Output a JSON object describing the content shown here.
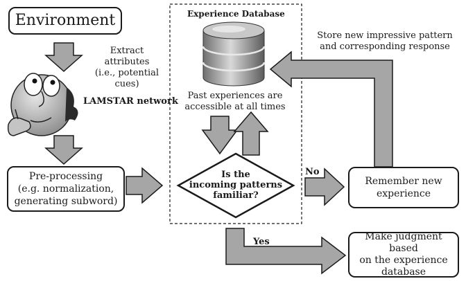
{
  "environment_box": {
    "label": "Environment"
  },
  "extract_label": "Extract attributes\n(i.e., potential cues)",
  "lamstar_label": "LAMSTAR network",
  "preprocessing_box": {
    "label": "Pre-processing\n(e.g. normalization,\ngenerating subword)"
  },
  "database": {
    "title": "Experience Database",
    "caption": "Past experiences are\naccessible at all times"
  },
  "decision": {
    "label": "Is the\nincoming patterns\nfamiliar?"
  },
  "no_label": "No",
  "yes_label": "Yes",
  "remember_box": {
    "label": "Remember new\nexperience"
  },
  "store_label": "Store new impressive pattern\nand corresponding response",
  "judgment_box": {
    "label": "Make judgment based\non the experience\ndatabase"
  },
  "colors": {
    "arrow_fill": "#a6a6a6",
    "stroke": "#1a1a1a",
    "cylinder": "#9a9a9a"
  },
  "icons": [
    "cartoon-face-icon",
    "database-cylinder-icon"
  ]
}
